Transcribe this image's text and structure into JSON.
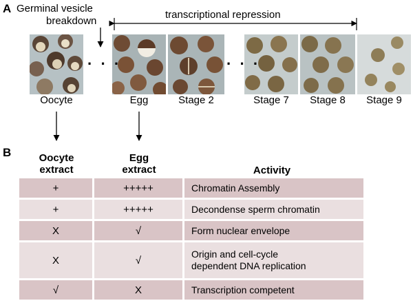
{
  "panel_a": {
    "letter": "A",
    "gvbd_label_line1": "Germinal vesicle",
    "gvbd_label_line2": "breakdown",
    "repression_label": "transcriptional repression",
    "stages": [
      "Oocyte",
      "Egg",
      "Stage 2",
      "Stage 7",
      "Stage 8",
      "Stage 9"
    ],
    "ellipsis": "· · ·"
  },
  "panel_b": {
    "letter": "B",
    "headers": {
      "col1_line1": "Oocyte",
      "col1_line2": "extract",
      "col2_line1": "Egg",
      "col2_line2": "extract",
      "col3": "Activity"
    },
    "rows": [
      {
        "oocyte": "+",
        "egg": "+++++",
        "activity": "Chromatin Assembly"
      },
      {
        "oocyte": "+",
        "egg": "+++++",
        "activity": "Decondense sperm chromatin"
      },
      {
        "oocyte": "X",
        "egg": "√",
        "activity": "Form nuclear envelope"
      },
      {
        "oocyte": "X",
        "egg": "√",
        "activity_line1": "Origin and cell-cycle",
        "activity_line2": "dependent DNA replication"
      },
      {
        "oocyte": "√",
        "egg": "X",
        "activity": "Transcription competent"
      }
    ],
    "row_colors": [
      "#d9c4c6",
      "#eadfe0"
    ]
  }
}
